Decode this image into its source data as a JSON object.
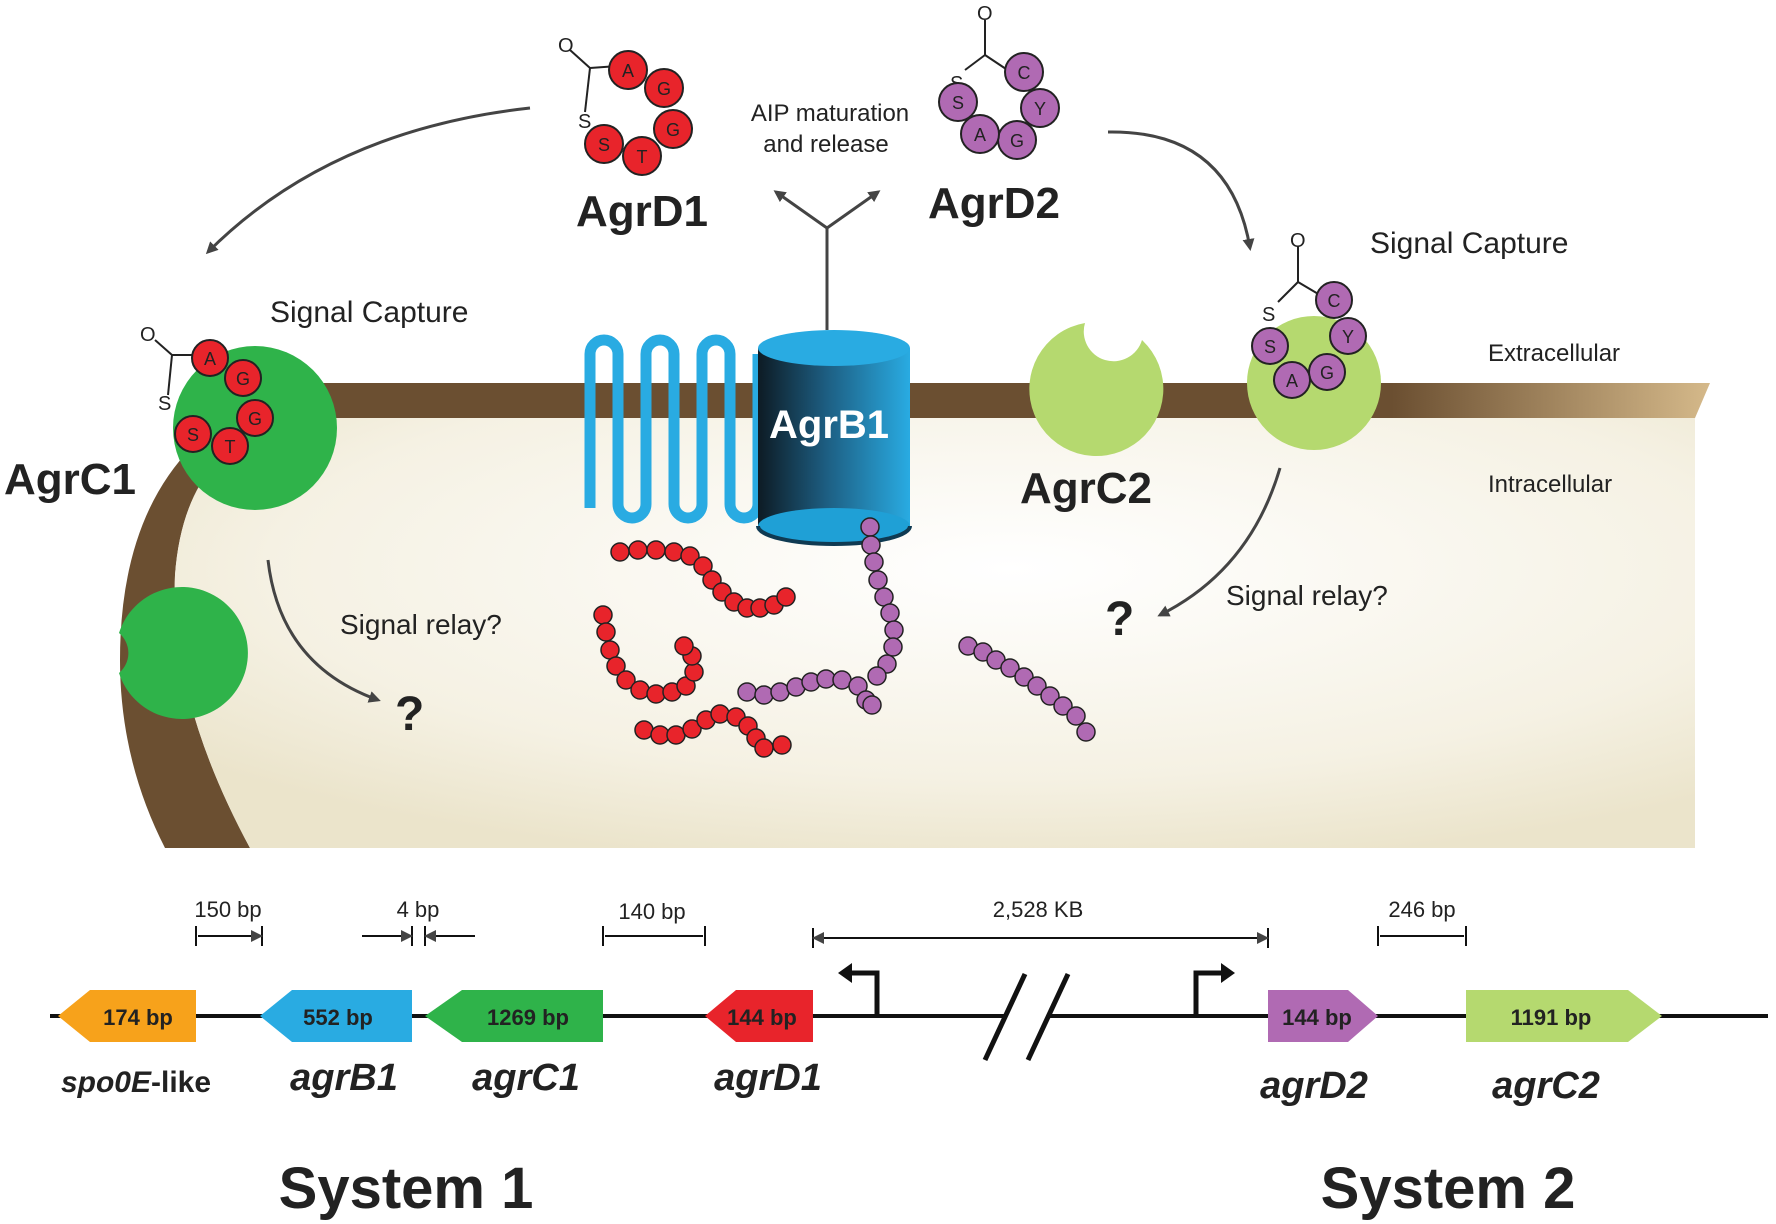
{
  "labels": {
    "aip": [
      "AIP maturation",
      "and release"
    ],
    "agrD1": "AgrD1",
    "agrD2": "AgrD2",
    "signal_capture_left": "Signal Capture",
    "signal_capture_right": "Signal Capture",
    "agrC1": "AgrC1",
    "agrC2": "AgrC2",
    "agrB1": "AgrB1",
    "extracellular": "Extracellular",
    "intracellular": "Intracellular",
    "signal_relay_left": "Signal relay?",
    "signal_relay_right": "Signal relay?",
    "question_left": "?",
    "question_right": "?"
  },
  "peptides": {
    "agrD1": {
      "residues": [
        "A",
        "G",
        "G",
        "T",
        "S"
      ],
      "color": "#e8242b",
      "thioester": [
        "O",
        "S"
      ]
    },
    "agrD2": {
      "residues": [
        "C",
        "Y",
        "G",
        "A",
        "S"
      ],
      "color": "#b06ab3",
      "thioester": [
        "O",
        "S"
      ]
    },
    "agrC1_bound": {
      "residues": [
        "A",
        "G",
        "G",
        "T",
        "S"
      ],
      "color": "#e8242b",
      "thioester": [
        "O",
        "S"
      ]
    },
    "agrC2_bound": {
      "residues": [
        "C",
        "Y",
        "G",
        "A",
        "S"
      ],
      "color": "#b06ab3",
      "thioester": [
        "O",
        "S"
      ]
    }
  },
  "distances": {
    "d1": "150 bp",
    "d2": "4 bp",
    "d3": "140 bp",
    "d4": "2,528 KB",
    "d5": "246 bp"
  },
  "genes": [
    {
      "size": "174 bp",
      "name": "spo0E",
      "suffix": "-like",
      "color": "#f7a21b"
    },
    {
      "size": "552 bp",
      "name": "agrB1",
      "suffix": "",
      "color": "#29abe2"
    },
    {
      "size": "1269 bp",
      "name": "agrC1",
      "suffix": "",
      "color": "#2fb34a"
    },
    {
      "size": "144 bp",
      "name": "agrD1",
      "suffix": "",
      "color": "#e8242b"
    },
    {
      "size": "144 bp",
      "name": "agrD2",
      "suffix": "",
      "color": "#b06ab3"
    },
    {
      "size": "1191 bp",
      "name": "agrC2",
      "suffix": "",
      "color": "#b5d96f"
    }
  ],
  "systems": {
    "system1": "System 1",
    "system2": "System 2"
  },
  "colors": {
    "membrane": "#6b4f31",
    "cytoplasm": "#f4f0e2",
    "agrC1": "#2fb34a",
    "agrC2": "#b5d96f",
    "agrB": "#29abe2",
    "red": "#e8242b",
    "purple": "#b06ab3"
  }
}
